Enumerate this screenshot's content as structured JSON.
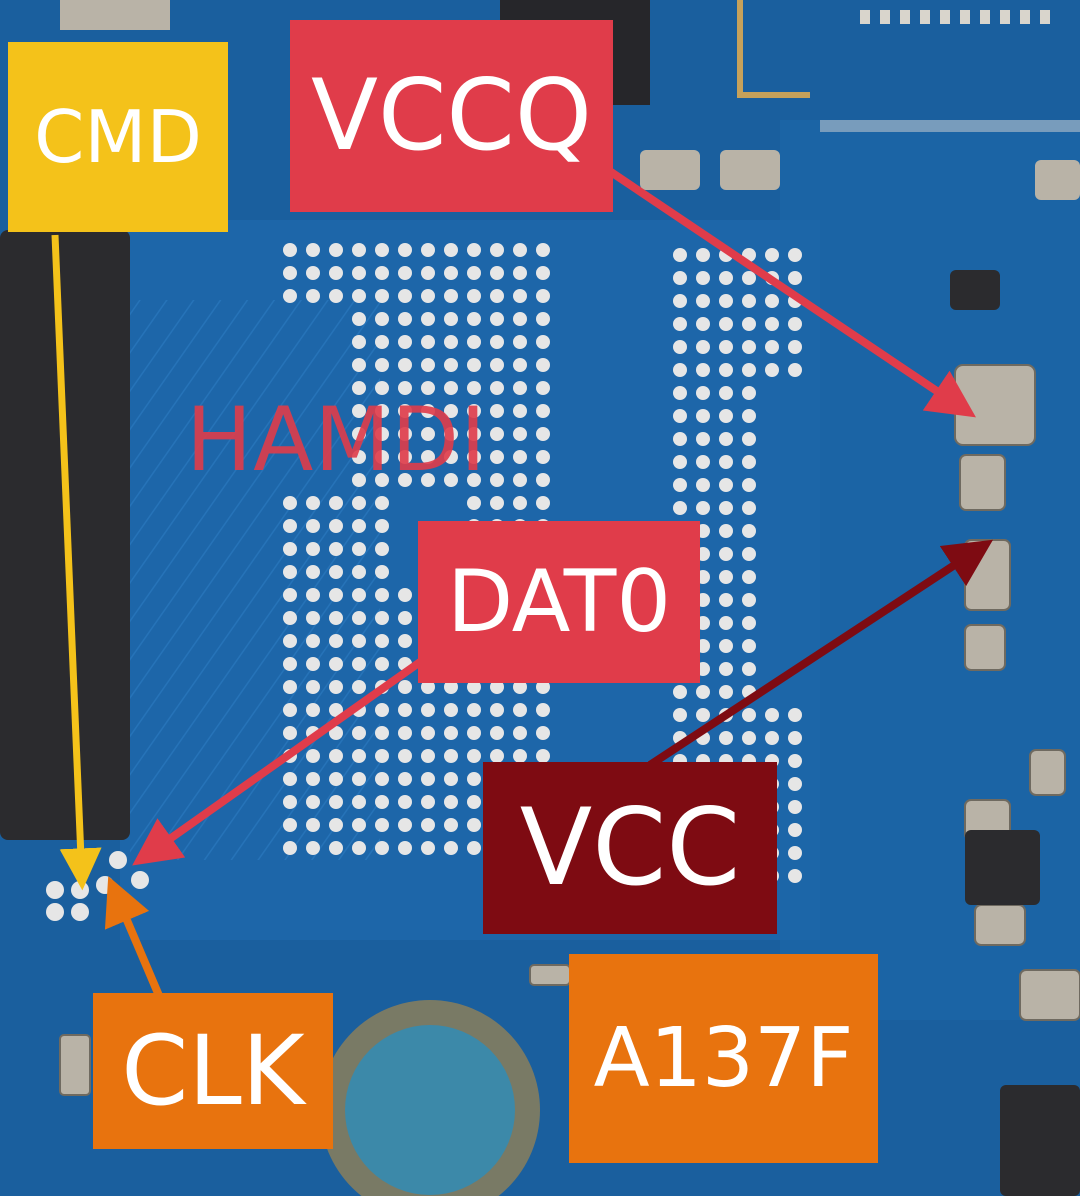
{
  "watermark": "HAMDI",
  "labels": {
    "cmd": {
      "text": "CMD",
      "color": "#f4c21a"
    },
    "vccq": {
      "text": "VCCQ",
      "color": "#e03c4a"
    },
    "dat0": {
      "text": "DAT0",
      "color": "#e03c4a"
    },
    "vcc": {
      "text": "VCC",
      "color": "#7e0b12"
    },
    "clk": {
      "text": "CLK",
      "color": "#e8730e"
    },
    "model": {
      "text": "A137F",
      "color": "#e8730e"
    }
  },
  "colors": {
    "board": "#1a5f9e",
    "board_dark": "#14508a",
    "bga_pad": "#e6e6e6",
    "chip": "#2b2b2e",
    "component": "#b9b3a7"
  }
}
